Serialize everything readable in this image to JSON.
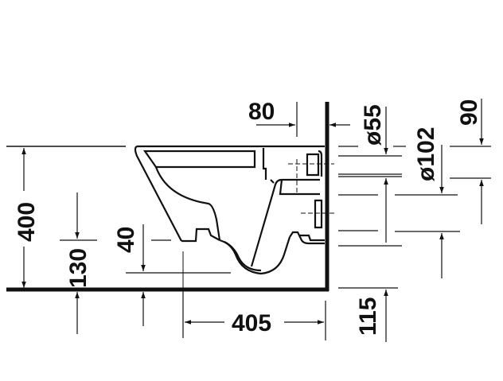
{
  "drawing": {
    "title": "Wall-hung toilet side elevation with installation dimensions",
    "line_color": "#111111",
    "background": "#ffffff"
  },
  "dimensions": {
    "overall_height": "400",
    "outlet_height": "130",
    "outlet_offset": "40",
    "projection_depth": "405",
    "floor_clearance": "115",
    "wall_offset": "80",
    "inlet_diameter": "ø55",
    "outlet_diameter": "ø102",
    "inlet_height": "90"
  }
}
